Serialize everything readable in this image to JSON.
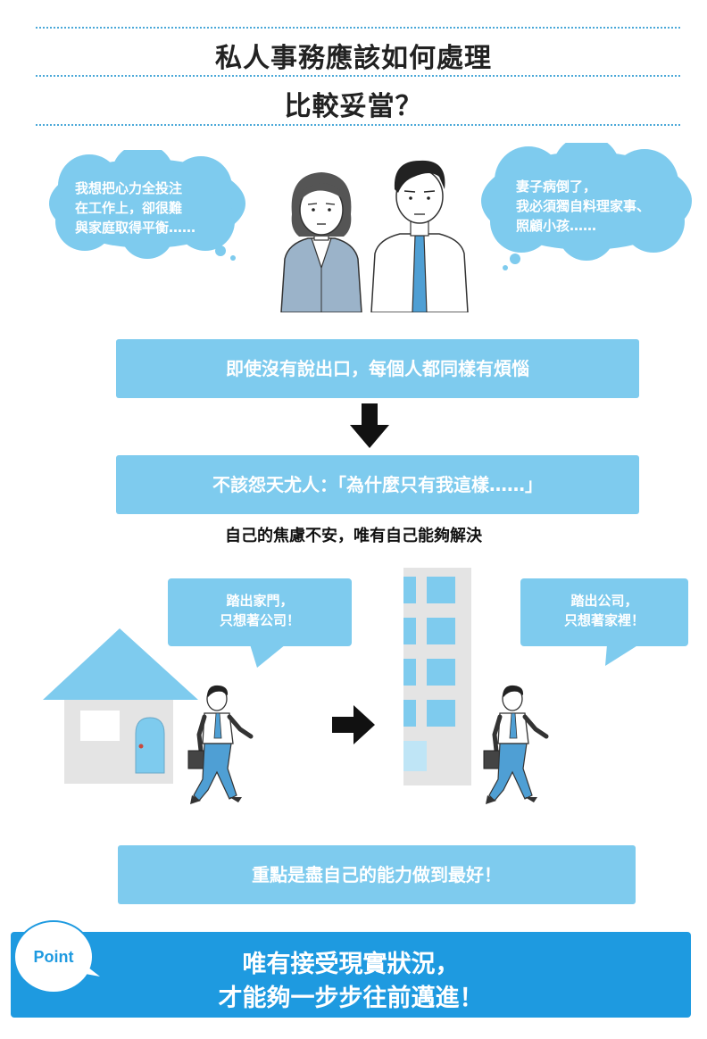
{
  "header": {
    "title_line1": "私人事務應該如何處理",
    "title_line2": "比較妥當？"
  },
  "thought_left": {
    "lines": [
      "我想把心力全投注",
      "在工作上，卻很難",
      "與家庭取得平衡……"
    ]
  },
  "thought_right": {
    "lines": [
      "妻子病倒了，",
      "我必須獨自料理家事、",
      "照顧小孩……"
    ]
  },
  "banner1": "即使沒有說出口，每個人都同樣有煩惱",
  "banner2": "不該怨天尤人：「為什麼只有我這樣……」",
  "subline": "自己的焦慮不安，唯有自己能夠解決",
  "speech_left": {
    "lines": [
      "踏出家門，",
      "只想著公司！"
    ]
  },
  "speech_right": {
    "lines": [
      "踏出公司，",
      "只想著家裡！"
    ]
  },
  "banner3": "重點是盡自己的能力做到最好！",
  "point": {
    "badge": "Point",
    "line1": "唯有接受現實狀況，",
    "line2": "才能夠一步步往前邁進！"
  },
  "colors": {
    "light_blue": "#7ecbee",
    "point_blue": "#1e9ae0",
    "dotted_line": "#4aa8d8"
  },
  "icons": [
    "down-arrow-icon",
    "right-arrow-icon",
    "house-icon",
    "office-building-icon",
    "walking-man-icon",
    "woman-icon",
    "man-icon"
  ]
}
